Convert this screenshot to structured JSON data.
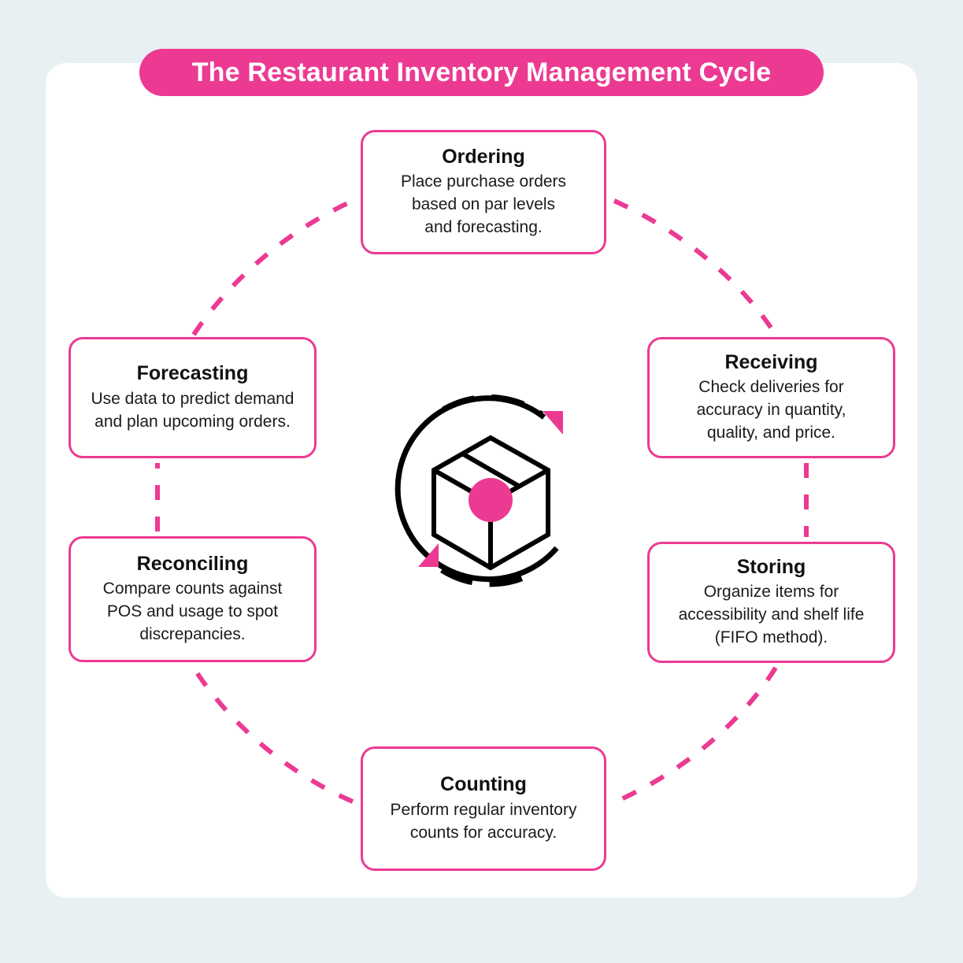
{
  "palette": {
    "page_background": "#e9f0f3",
    "card_background": "#ffffff",
    "accent_pink": "#ec3a92",
    "text_dark": "#111111"
  },
  "header": {
    "title": "The Restaurant Inventory Management Cycle"
  },
  "center": {
    "icon_name": "inventory-cube-cycle-icon",
    "description": "3D box with circular dashed rotation arrows"
  },
  "diagram_data": {
    "type": "cycle",
    "stage_count": 6,
    "stages": [
      {
        "id": "ordering",
        "title": "Ordering",
        "description": "Place purchase orders\nbased on par levels\nand forecasting.",
        "position": "top"
      },
      {
        "id": "receiving",
        "title": "Receiving",
        "description": "Check deliveries for\naccuracy in quantity,\nquality, and price.",
        "position": "right-upper"
      },
      {
        "id": "storing",
        "title": "Storing",
        "description": "Organize items for\naccessibility and shelf life\n(FIFO method).",
        "position": "right-lower"
      },
      {
        "id": "counting",
        "title": "Counting",
        "description": "Perform regular inventory\ncounts for accuracy.",
        "position": "bottom"
      },
      {
        "id": "reconciling",
        "title": "Reconciling",
        "description": "Compare counts against\nPOS and usage to spot\ndiscrepancies.",
        "position": "left-lower"
      },
      {
        "id": "forecasting",
        "title": "Forecasting",
        "description": "Use data to predict demand\nand plan upcoming orders.",
        "position": "left-upper"
      }
    ],
    "connectors": {
      "style": "dashed",
      "color": "#ec3a92",
      "flow": "clockwise"
    }
  }
}
